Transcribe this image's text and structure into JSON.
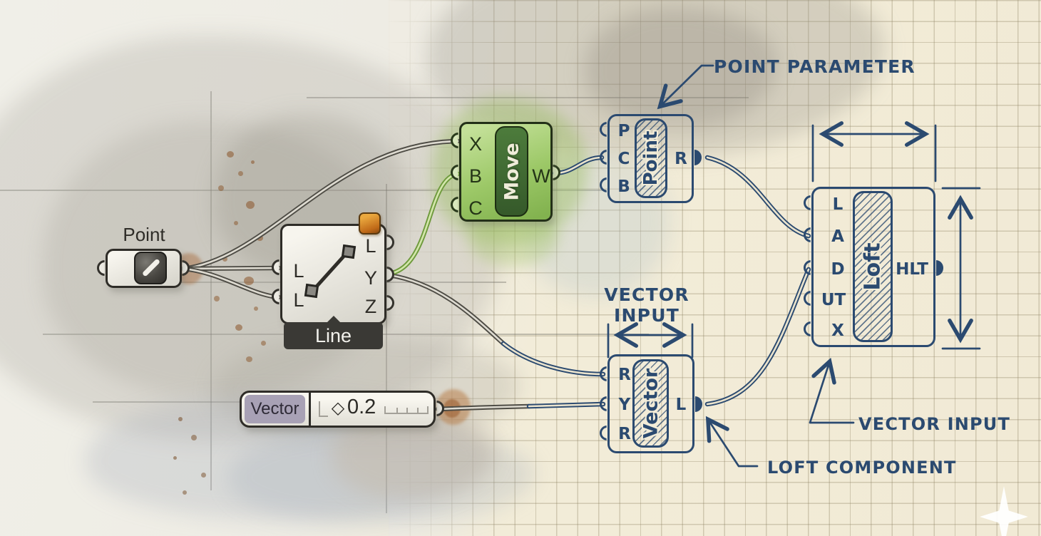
{
  "colors": {
    "ink": "#2b4a70",
    "paper_right": "#f1ead5",
    "paper_left": "#efede5",
    "move_body_green": "#9fc96b",
    "move_capsule_green": "#3f6b33",
    "slider_label_lavender": "#a8a1b5",
    "wire_gray": "#4e4c45",
    "wire_green": "#6e9a3c",
    "banner_dark": "#3a3935",
    "stain_brown": "#9c5f2e"
  },
  "gh": {
    "point": {
      "label": "Point"
    },
    "line": {
      "name": "Line",
      "inputs": [
        "L",
        "L"
      ],
      "outputs": [
        "L",
        "Y",
        "Z"
      ]
    },
    "move": {
      "name": "Move",
      "inputs": [
        "X",
        "B",
        "C"
      ],
      "outputs": [
        "W"
      ]
    },
    "slider": {
      "label": "Vector",
      "glyph": "◇",
      "value": "0.2"
    }
  },
  "bp": {
    "point": {
      "name": "Point",
      "inputs": [
        "P",
        "C",
        "B"
      ],
      "outputs": [
        "R"
      ]
    },
    "vector": {
      "name": "Vector",
      "inputs": [
        "R",
        "Y",
        "R"
      ],
      "outputs": [
        "L"
      ]
    },
    "loft": {
      "name": "Loft",
      "inputs": [
        "L",
        "A",
        "D",
        "UT",
        "X"
      ],
      "outputs": [
        "HLT"
      ]
    }
  },
  "annotations": {
    "point_parameter": "POINT PARAMETER",
    "vector_input_line1": "VECTOR",
    "vector_input_line2": "INPUT",
    "vector_input": "VECTOR INPUT",
    "loft_component": "LOFT COMPONENT"
  }
}
